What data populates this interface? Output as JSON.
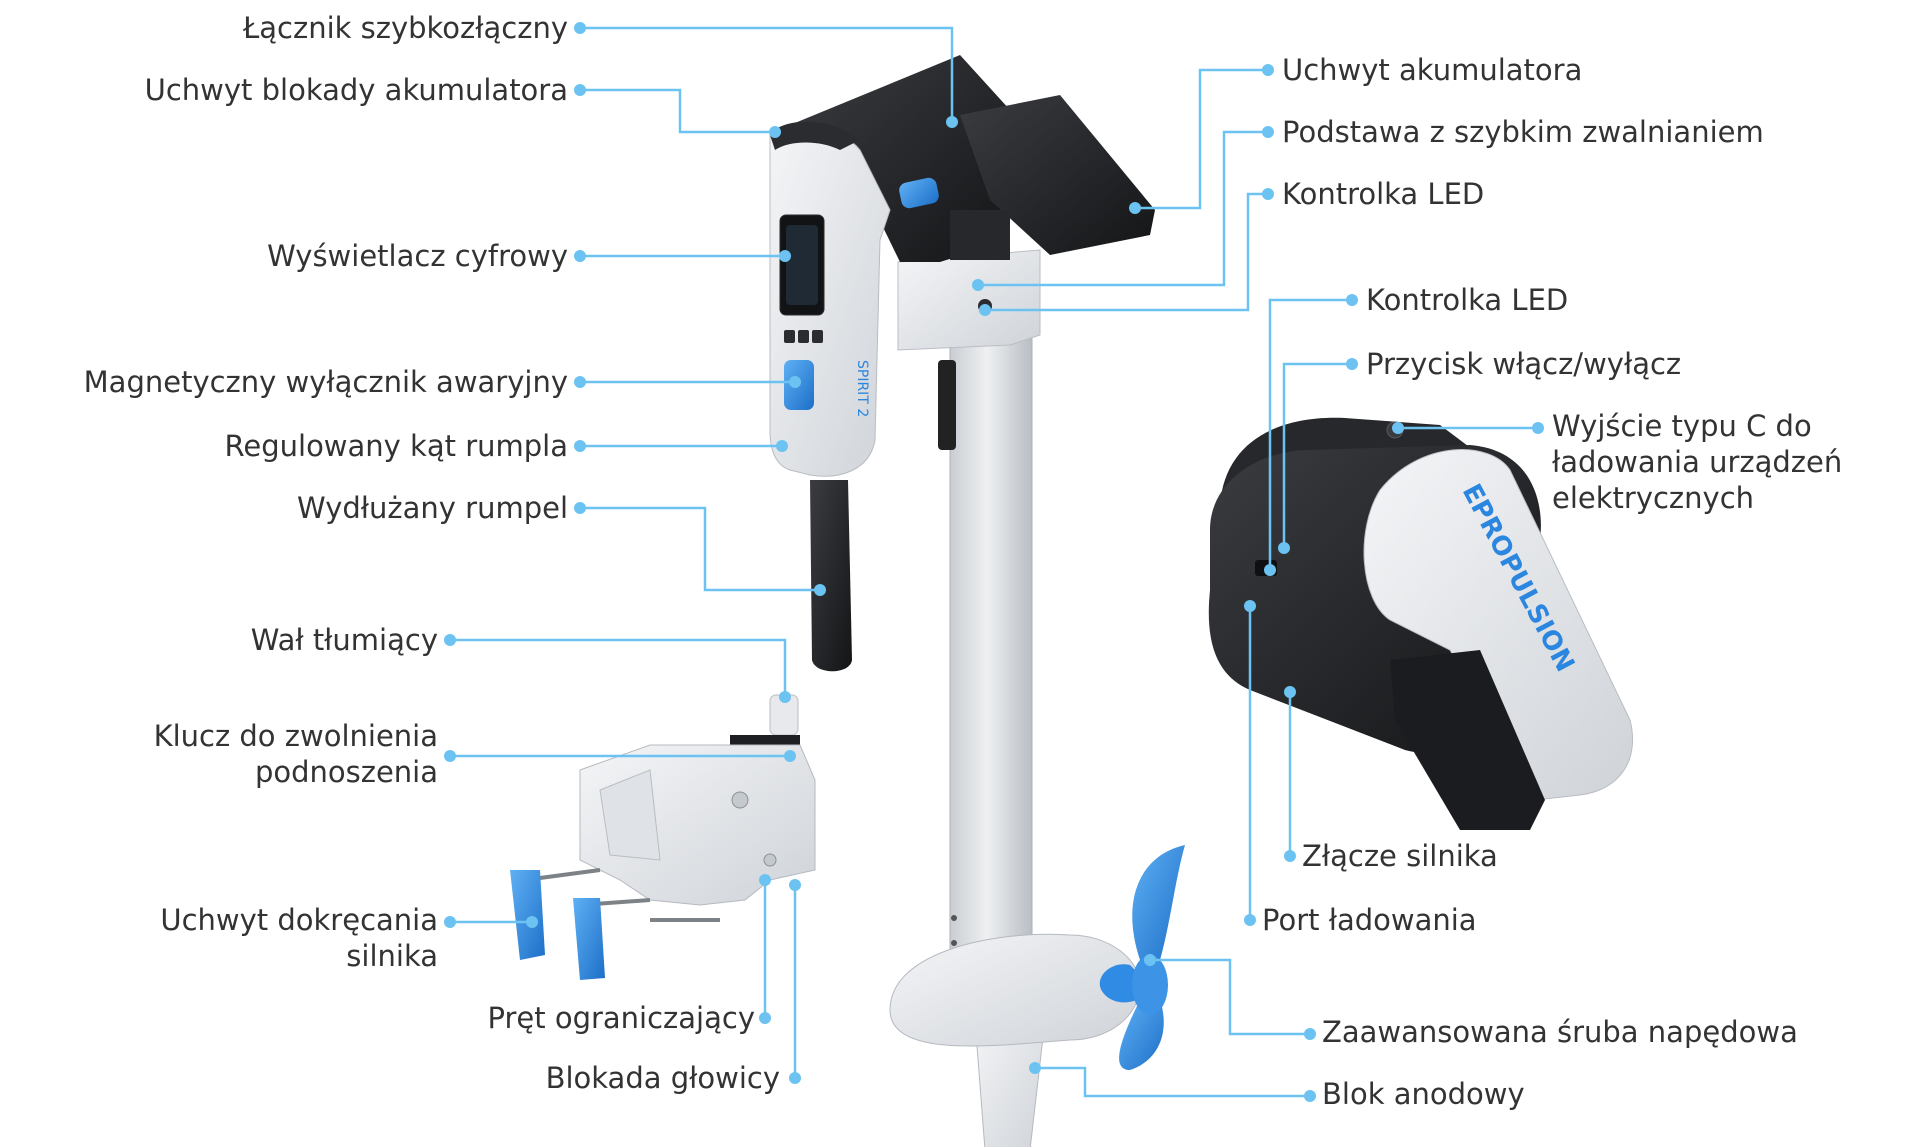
{
  "colors": {
    "leader": "#6cc3f2",
    "text": "#333333",
    "body_white": "#e9ebee",
    "body_grey": "#cfd3d8",
    "black": "#1c1d20",
    "blue": "#2b86e0"
  },
  "icons": {
    "handle_brand": "SPIRIT 2",
    "battery_brand": "EPROPULSION"
  },
  "labels": {
    "quick_connector": "Łącznik szybkozłączny",
    "battery_lock_handle": "Uchwyt blokady akumulatora",
    "digital_display": "Wyświetlacz cyfrowy",
    "magnetic_kill_switch": "Magnetyczny wyłącznik awaryjny",
    "tiller_angle": "Regulowany kąt rumpla",
    "extendable_tiller": "Wydłużany rumpel",
    "damping_shaft": "Wał tłumiący",
    "tilt_release_key": "Klucz do zwolnienia\npodnoszenia",
    "clamp_handle": "Uchwyt dokręcania\nsilnika",
    "limit_rod": "Pręt ograniczający",
    "head_lock": "Blokada głowicy",
    "battery_holder": "Uchwyt akumulatora",
    "quick_release_base": "Podstawa z szybkim zwalnianiem",
    "led_motor": "Kontrolka LED",
    "led_battery": "Kontrolka LED",
    "power_button": "Przycisk włącz/wyłącz",
    "usb_c_output": "Wyjście typu C do\nładowania urządzeń\nelektrycznych",
    "motor_connector": "Złącze silnika",
    "charging_port": "Port ładowania",
    "propeller": "Zaawansowana śruba napędowa",
    "anode_block": "Blok anodowy"
  }
}
